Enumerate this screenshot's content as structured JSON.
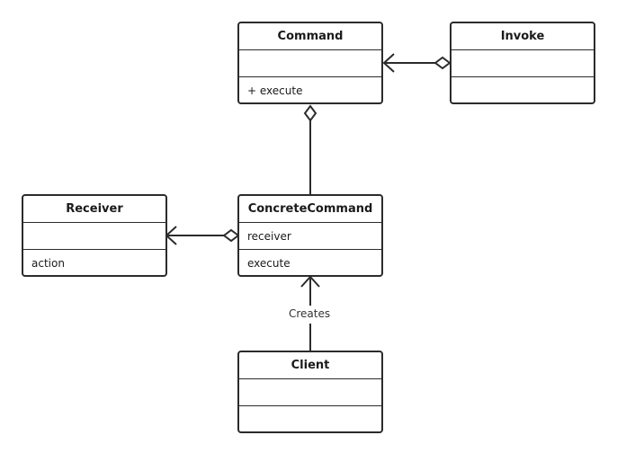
{
  "classes": {
    "command": {
      "name": "Command",
      "attributes": "",
      "operations": "+ execute"
    },
    "invoke": {
      "name": "Invoke",
      "attributes": "",
      "operations": ""
    },
    "receiver": {
      "name": "Receiver",
      "attributes": "",
      "operations": "action"
    },
    "concrete_command": {
      "name": "ConcreteCommand",
      "attributes": "receiver",
      "operations": "execute"
    },
    "client": {
      "name": "Client",
      "attributes": "",
      "operations": ""
    }
  },
  "relations": {
    "creates_label": "Creates"
  }
}
